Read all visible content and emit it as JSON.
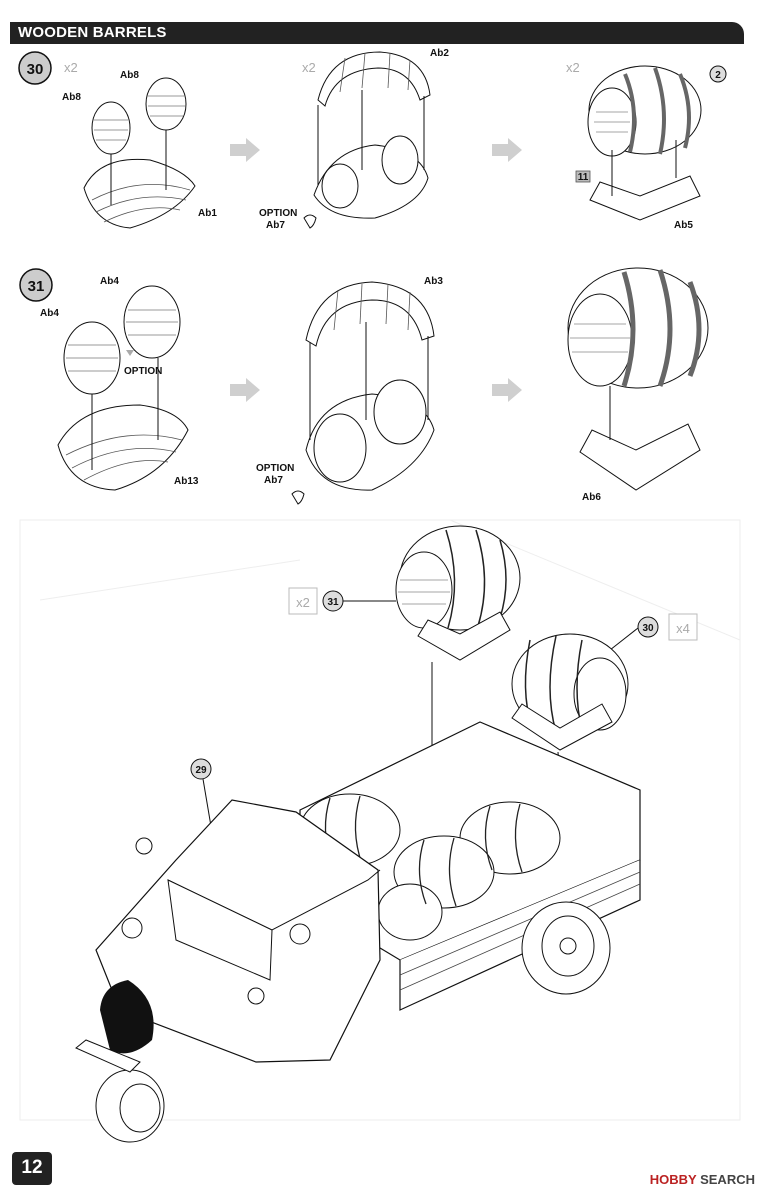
{
  "header": {
    "title": "WOODEN BARRELS"
  },
  "steps": {
    "s30": {
      "number": "30",
      "multiplier": "x2"
    },
    "s31": {
      "number": "31"
    }
  },
  "labels": {
    "ab8": "Ab8",
    "ab1": "Ab1",
    "ab2": "Ab2",
    "ab5": "Ab5",
    "ab4": "Ab4",
    "ab13": "Ab13",
    "ab3": "Ab3",
    "ab6": "Ab6",
    "ab7": "Ab7",
    "option": "OPTION",
    "two": "2",
    "eleven": "11"
  },
  "final": {
    "ref31": "31",
    "mult31": "x2",
    "ref30": "30",
    "mult30": "x4",
    "ref29": "29"
  },
  "page_number": "12",
  "watermark": {
    "logo": "HOBBY",
    "text": "SEARCH"
  }
}
